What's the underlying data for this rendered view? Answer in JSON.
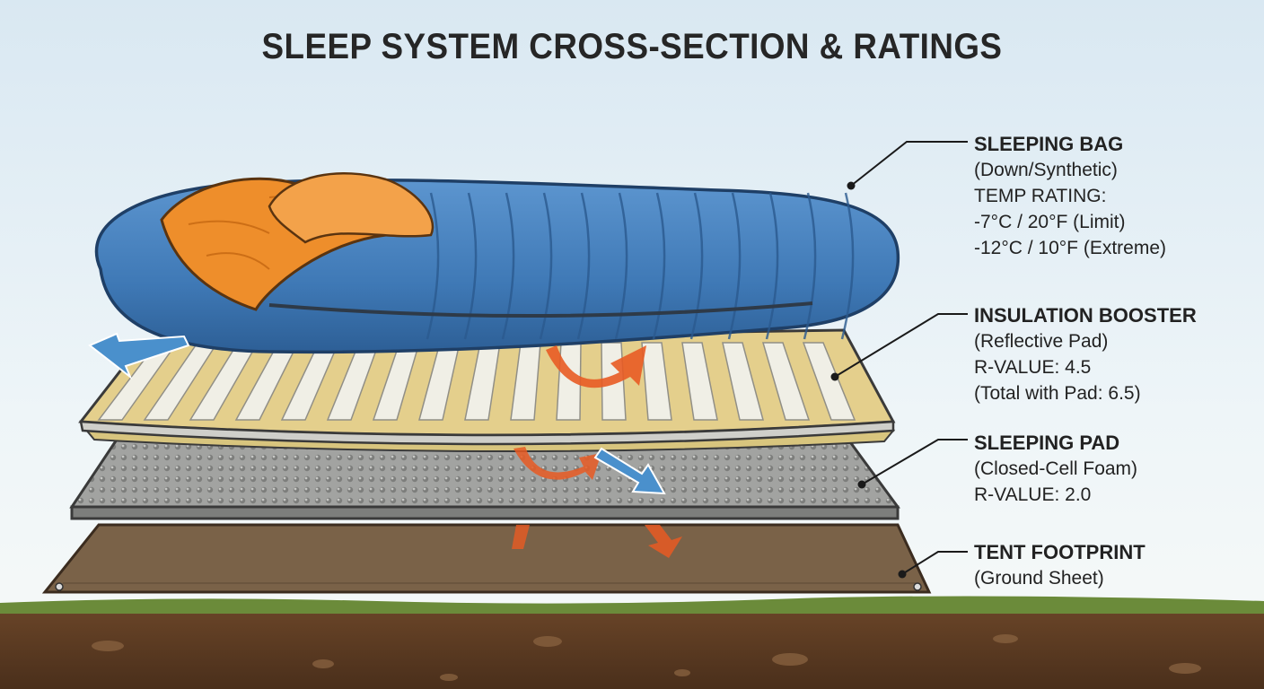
{
  "title": "SLEEP SYSTEM CROSS-SECTION & RATINGS",
  "layers": [
    {
      "id": "sleeping-bag",
      "title": "SLEEPING BAG",
      "lines": [
        "(Down/Synthetic)",
        "TEMP RATING:",
        "-7°C / 20°F (Limit)",
        "-12°C / 10°F (Extreme)"
      ]
    },
    {
      "id": "insulation-booster",
      "title": "INSULATION BOOSTER",
      "lines": [
        "(Reflective Pad)",
        "R-VALUE: 4.5",
        "(Total with Pad: 6.5)"
      ]
    },
    {
      "id": "sleeping-pad",
      "title": "SLEEPING PAD",
      "lines": [
        "(Closed-Cell Foam)",
        "R-VALUE: 2.0"
      ]
    },
    {
      "id": "tent-footprint",
      "title": "TENT FOOTPRINT",
      "lines": [
        "(Ground Sheet)"
      ]
    }
  ],
  "colors": {
    "bag": "#3f79b6",
    "bag_lining": "#ee8e2b",
    "booster": "#d8d8d3",
    "booster_core": "#e4cf8c",
    "foam_pad": "#9a9b99",
    "footprint": "#7a6248",
    "ground": "#6f4a2c",
    "grass": "#6b8b3a",
    "heat_arrow": "#e85b23",
    "cold_arrow": "#4a90cc"
  }
}
